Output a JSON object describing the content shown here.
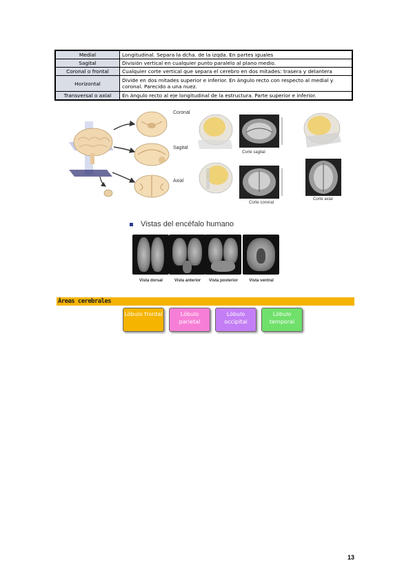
{
  "planes_table": {
    "rows": [
      {
        "term": "Medial",
        "definition": "Longitudinal. Separa la dcha. de la izqda. En partes iguales"
      },
      {
        "term": "Sagital",
        "definition": "División vertical en cualquier punto paralelo al plano medio."
      },
      {
        "term": "Coronal o frontal",
        "definition": "Cualquier corte vertical que separa el cerebro en dos mitades: trasera y delantera"
      },
      {
        "term": "Horizontal",
        "definition": "Divide en dos mitades superior e inferior. En ángulo recto con respecto al medial y coronal. Parecido a una nuez."
      },
      {
        "term": "Transversal o axial",
        "definition": "En ángulo recto al eje longitudinal de la estructura. Parte superior e inferior."
      }
    ]
  },
  "figure_planes": {
    "labels": {
      "coronal": "Coronal",
      "sagital": "Sagital",
      "axial": "Axial"
    }
  },
  "figure_mri": {
    "labels": {
      "corte_sagital": "Corte sagital",
      "corte_coronal": "Corte coronal",
      "corte_axial": "Corte axial"
    }
  },
  "vistas": {
    "title": "Vistas del encéfalo humano",
    "items": [
      "Vista dorsal",
      "Vista anterior",
      "Vista posterior",
      "Vista ventral"
    ]
  },
  "areas": {
    "title": "Áreas cerebrales",
    "lobes": [
      {
        "label": "Lóbulo frontal",
        "color": "#f5b400"
      },
      {
        "label": "Lóbulo parietal",
        "color": "#f77ed6"
      },
      {
        "label": "Lóbulo occipital",
        "color": "#c47ef5"
      },
      {
        "label": "Lóbulo temporal",
        "color": "#6fe06a"
      }
    ]
  },
  "page_number": "13"
}
